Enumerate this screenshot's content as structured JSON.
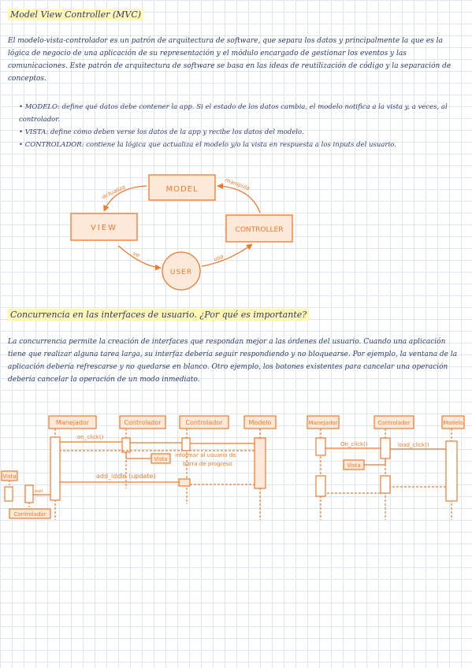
{
  "section1": {
    "title": "Model View Controller (MVC)",
    "paragraph": "El modelo-vista-controlador es un patrón de arquitectura de software, que separa los datos y principalmente la que es la lógica de negocio de una aplicación de su representación y el módulo encargado de gestionar los eventos y las comunicaciones. Este patrón de arquitectura de software se basa en las ideas de reutilización de código y la separación de conceptos.",
    "bullets": [
      "MODELO: define qué datos debe contener la app. Si el estado de los datos cambia, el modelo notifica a la vista y, a veces, al controlador.",
      "VISTA: define cómo deben verse los datos de la app y recibe los datos del modelo.",
      "CONTROLADOR: contiene la lógica que actualiza el modelo y/o la vista en respuesta a los inputs del usuario."
    ]
  },
  "mvc_diagram": {
    "model": "MODEL",
    "view": "VIEW",
    "controller": "CONTROLLER",
    "user": "USER",
    "edge_actualiza": "actualiza",
    "edge_manipula": "manipula",
    "edge_ve": "ve",
    "edge_usa": "usa"
  },
  "section2": {
    "title": "Concurrencia en las interfaces de usuario. ¿Por qué es importante?",
    "paragraph": "La concurrencia permite la creación de interfaces que respondan mejor a las órdenes del usuario. Cuando una aplicación tiene que realizar alguna tarea larga, su interfaz debería seguir respondiendo y no bloquearse. Por ejemplo, la ventana de la aplicación debería refrescarse y no quedarse en blanco. Otro ejemplo, los botones existentes para cancelar una operación debería cancelar la operación de un modo inmediato."
  },
  "seq1": {
    "manejador": "Manejador",
    "controlador_a": "Controlador",
    "controlador_b": "Controlador",
    "modelo": "Modelo",
    "on_click": "on_click()",
    "vista": "Vista",
    "informar": "informar al usuario de",
    "barra": "barra de progreso",
    "add_iddle": "add_iddle (update)",
    "vista_left": "Vista",
    "controlador_left": "Controlador",
    "wait": "wait"
  },
  "seq2": {
    "manejador": "Manejador",
    "controlador": "Controlador",
    "modelo": "Modelo",
    "on_click": "On_click()",
    "load_click": "load_click()",
    "vista": "Vista"
  }
}
